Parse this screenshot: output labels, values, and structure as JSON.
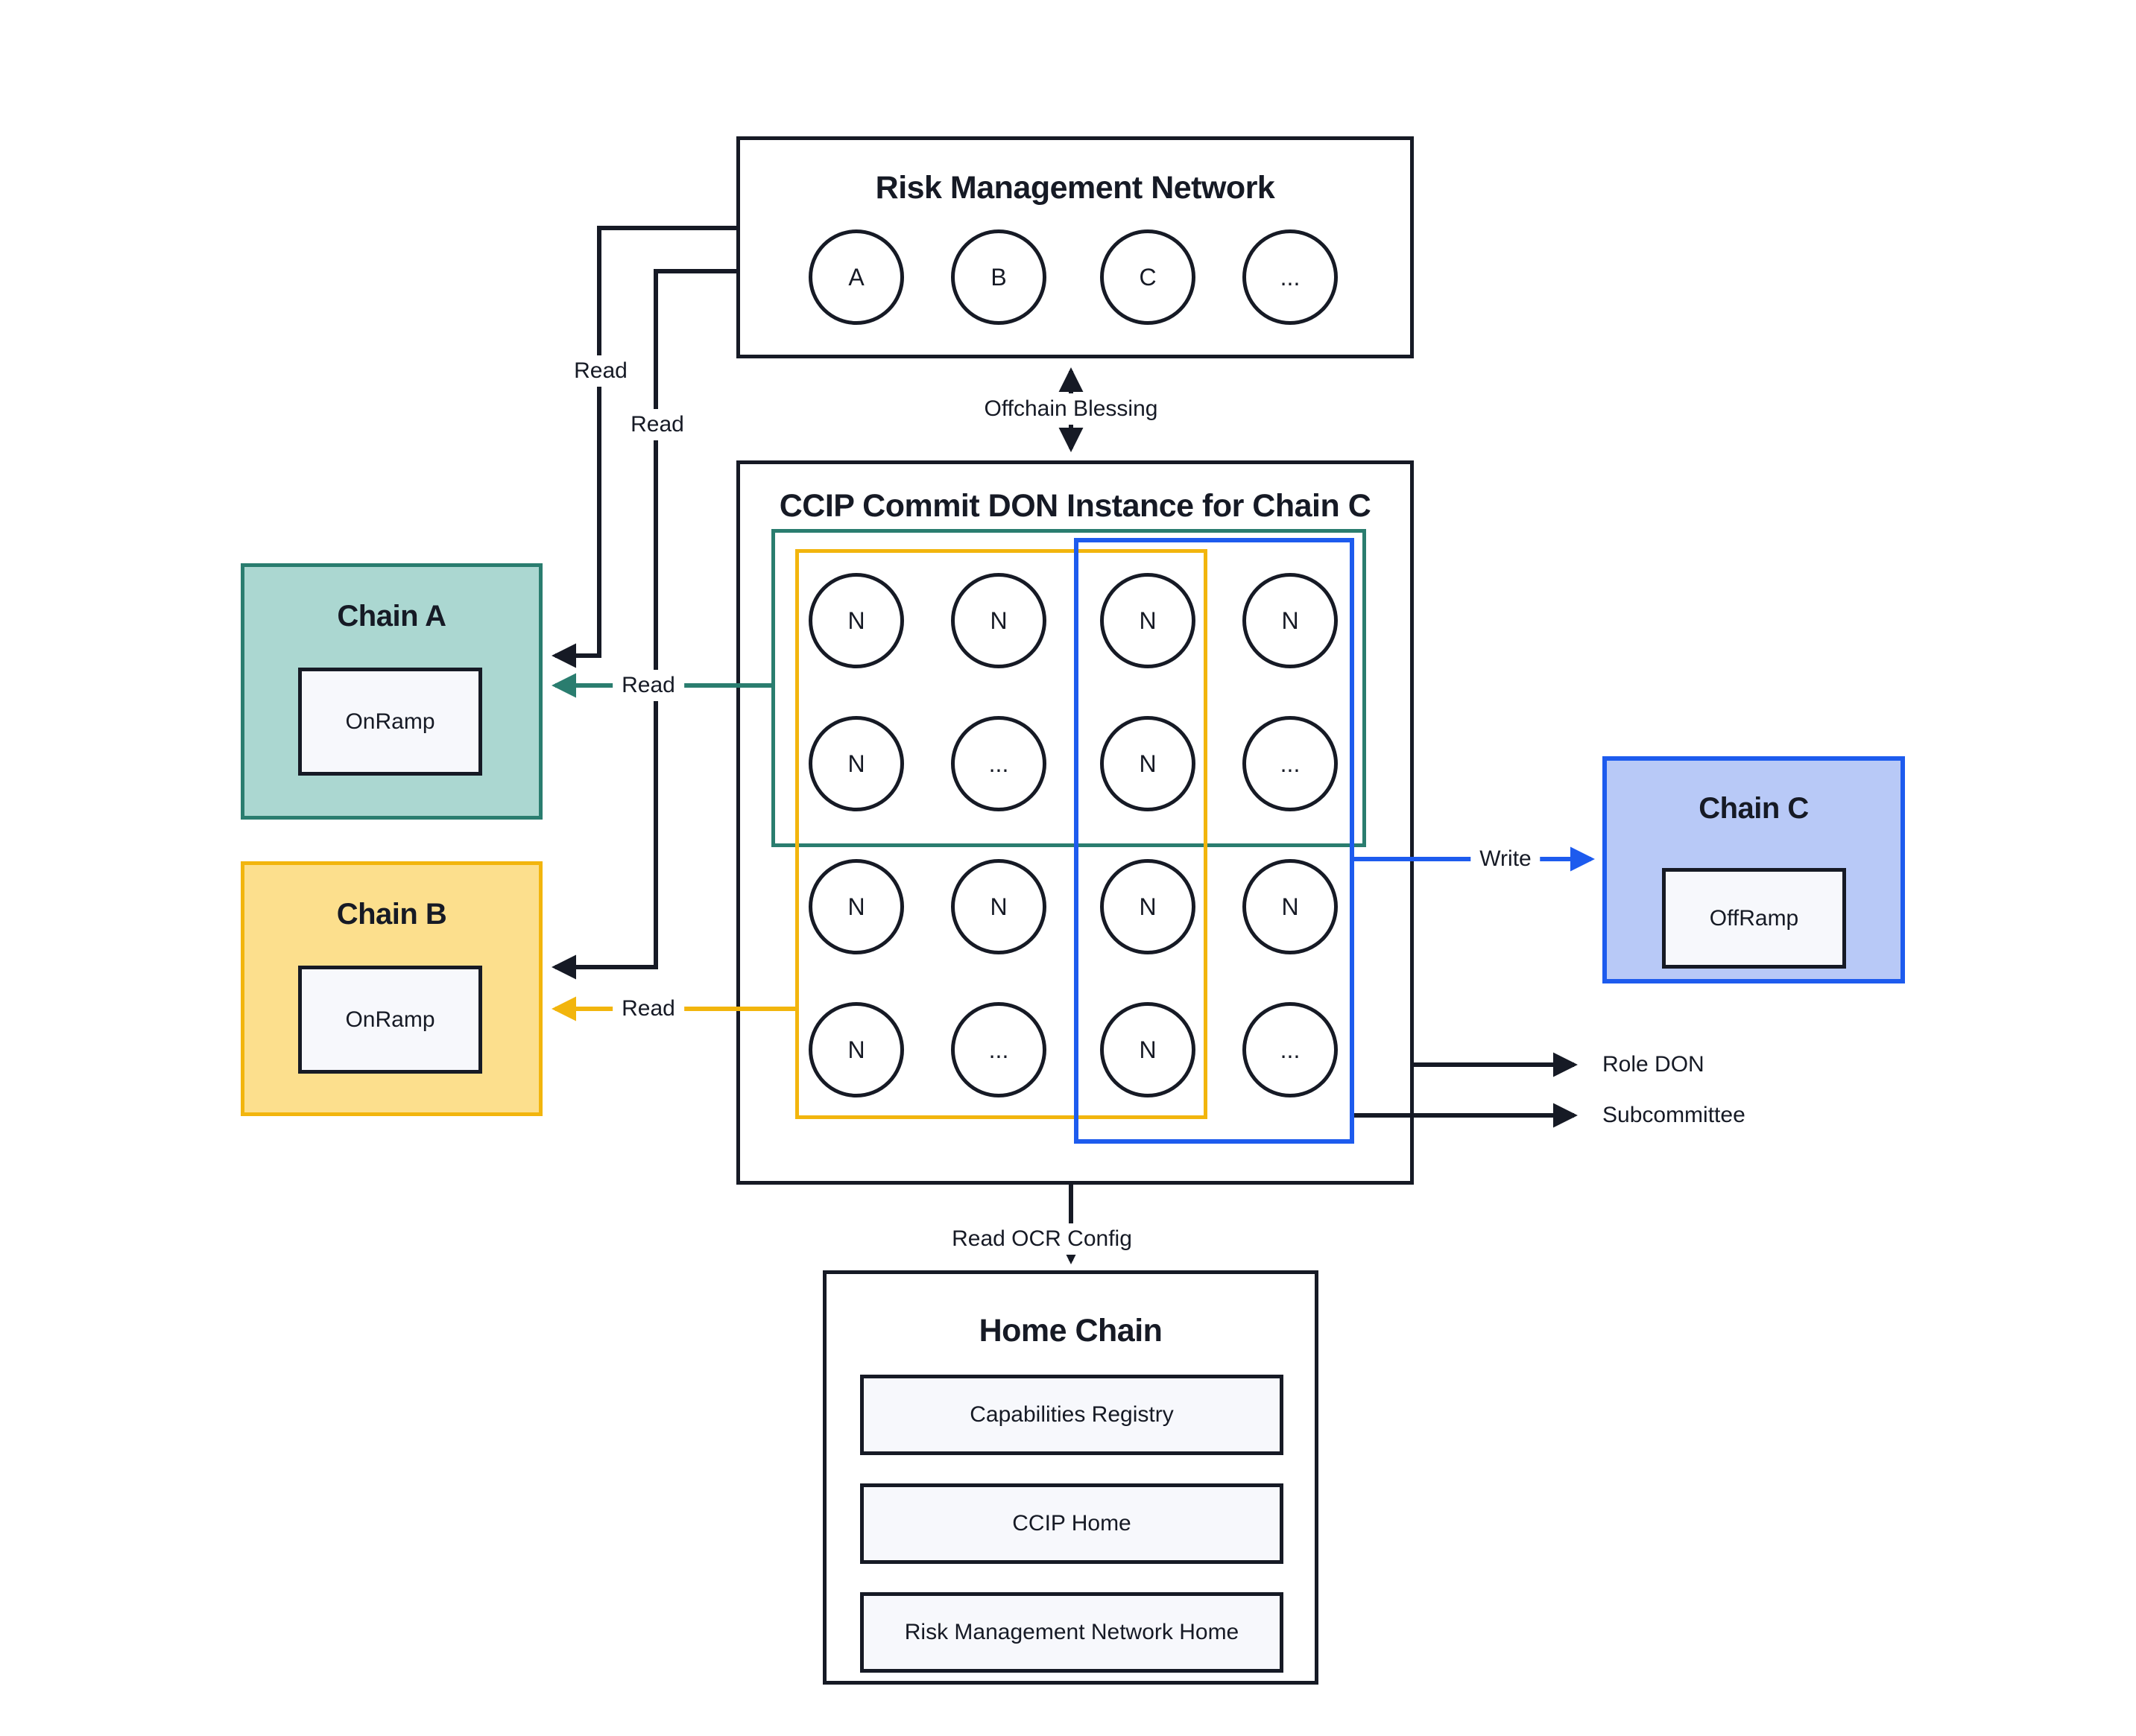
{
  "rmn": {
    "title": "Risk Management Network",
    "nodes": [
      "A",
      "B",
      "C",
      "..."
    ]
  },
  "ccip_don": {
    "title": "CCIP Commit DON Instance for Chain C",
    "nodes": [
      "N",
      "N",
      "N",
      "N",
      "N",
      "...",
      "N",
      "...",
      "N",
      "N",
      "N",
      "N",
      "N",
      "...",
      "N",
      "..."
    ]
  },
  "chain_a": {
    "title": "Chain A",
    "contract": "OnRamp"
  },
  "chain_b": {
    "title": "Chain B",
    "contract": "OnRamp"
  },
  "chain_c": {
    "title": "Chain C",
    "contract": "OffRamp"
  },
  "home_chain": {
    "title": "Home Chain",
    "contracts": [
      "Capabilities Registry",
      "CCIP Home",
      "Risk Management Network Home"
    ]
  },
  "labels": {
    "read_rmn_to_a": "Read",
    "read_rmn_to_b": "Read",
    "read_don_to_a": "Read",
    "read_don_to_b": "Read",
    "offchain_blessing": "Offchain Blessing",
    "write": "Write",
    "role_don": "Role DON",
    "subcommittee": "Subcommittee",
    "read_ocr_config": "Read OCR Config"
  },
  "colors": {
    "ink": "#161a25",
    "teal_stroke": "#2a7d6f",
    "teal_fill": "#abd7d1",
    "yellow_stroke": "#f2b50d",
    "yellow_fill": "#fcdf8d",
    "blue_stroke": "#1d5bee",
    "blue_fill": "#b8c9f7",
    "contract_fill": "#f7f8fc"
  }
}
